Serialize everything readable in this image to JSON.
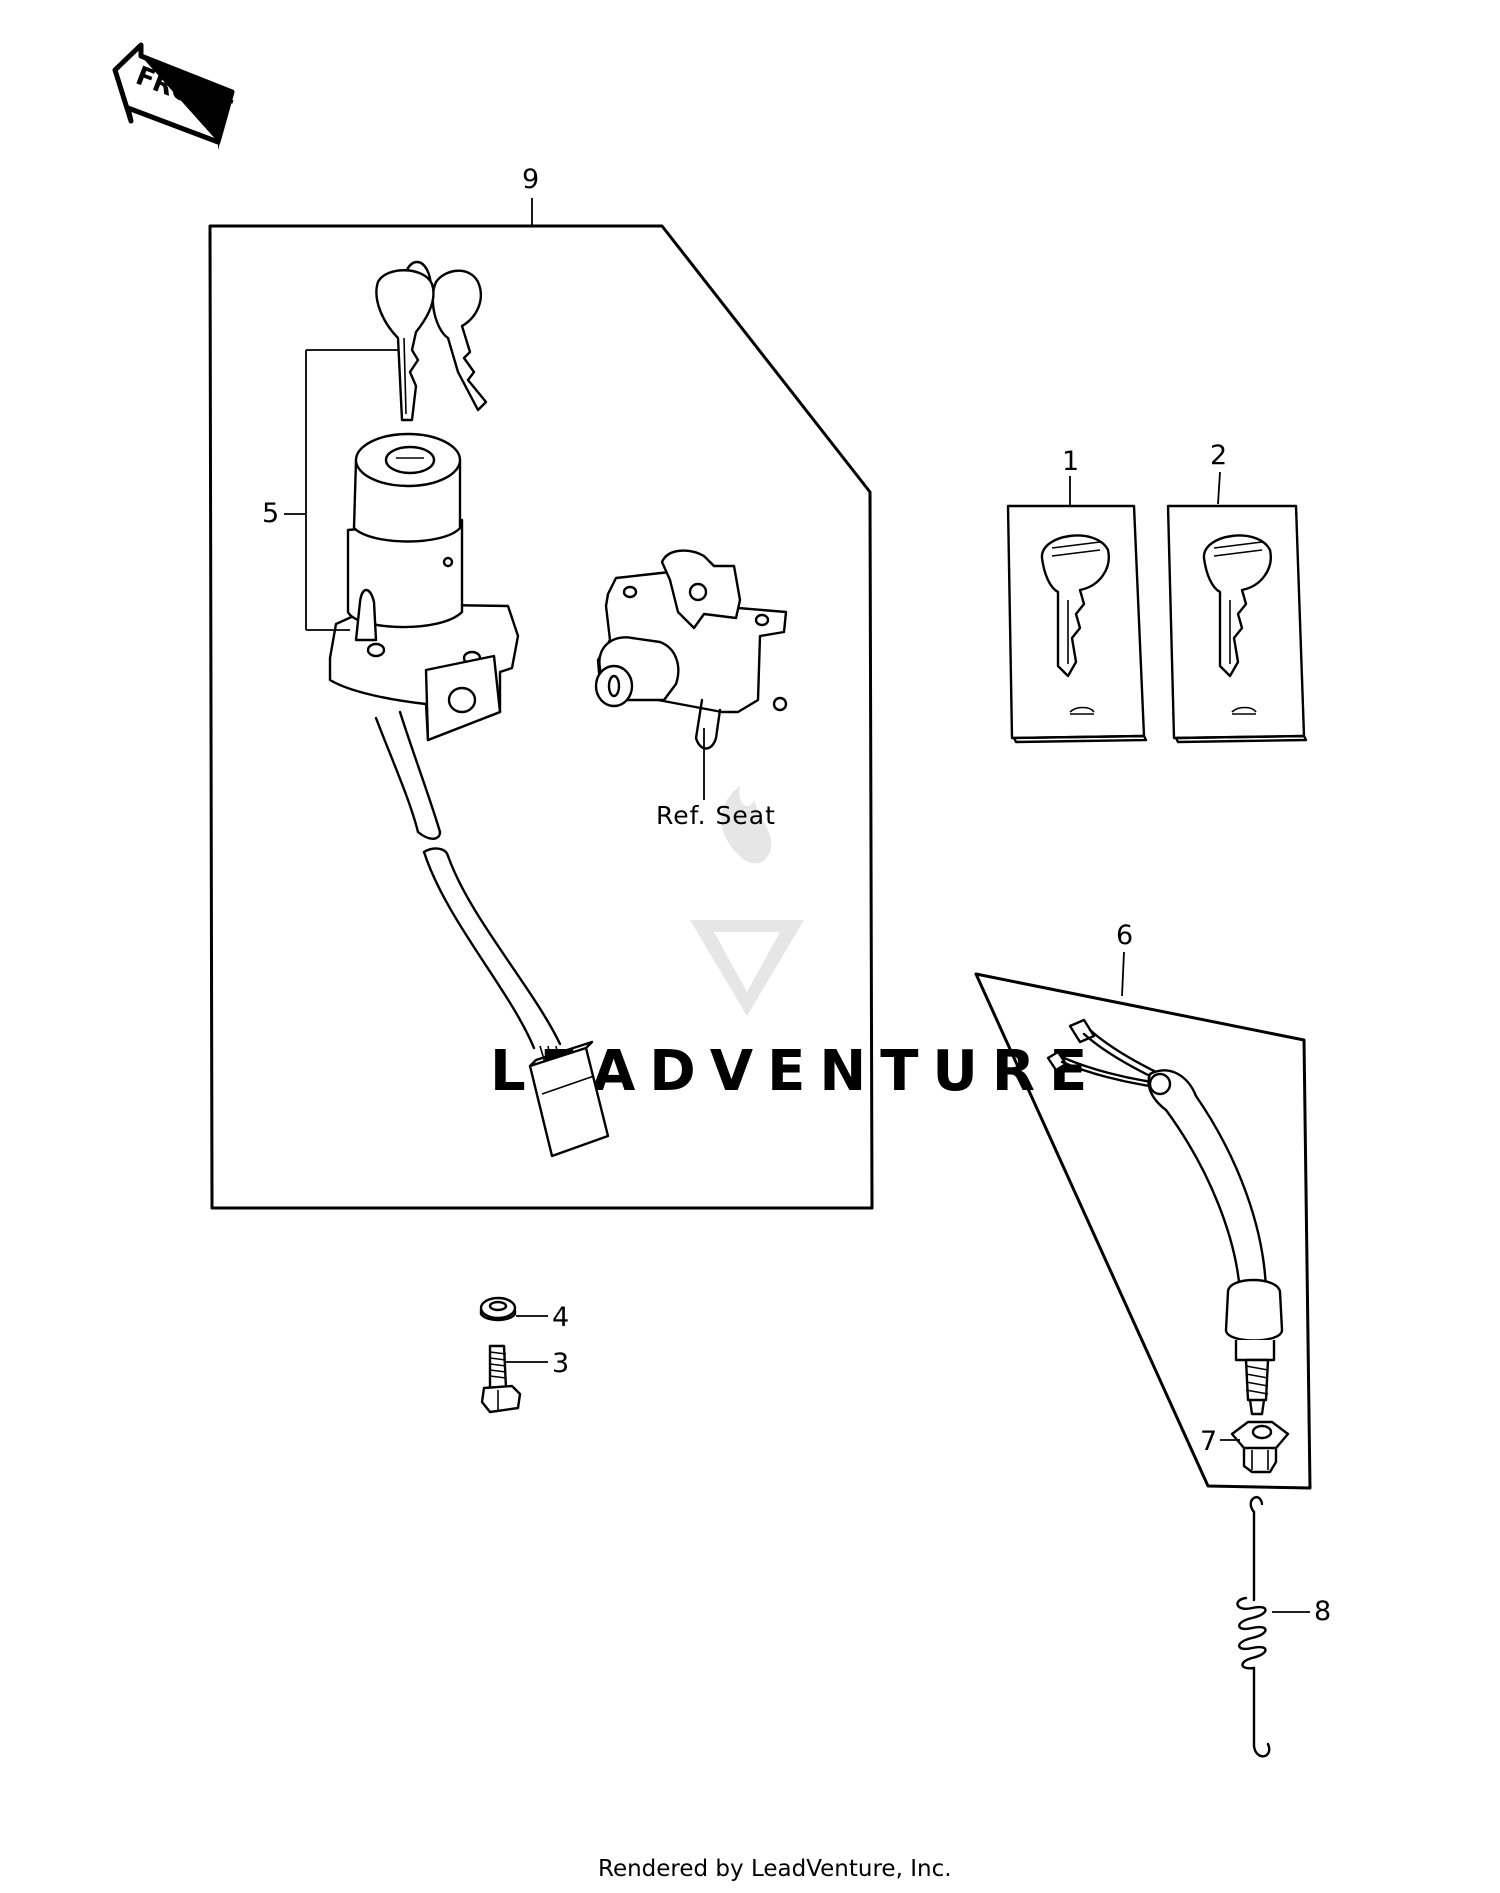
{
  "logo": {
    "front_label": "FRONT"
  },
  "watermark": {
    "brand": "LEADVENTURE"
  },
  "callouts": {
    "c1": "1",
    "c2": "2",
    "c3": "3",
    "c4": "4",
    "c5": "5",
    "c6": "6",
    "c7": "7",
    "c8": "8",
    "c9": "9"
  },
  "notes": {
    "ref_seat": "Ref. Seat"
  },
  "footer": {
    "rendered_by": "Rendered by LeadVenture, Inc."
  }
}
